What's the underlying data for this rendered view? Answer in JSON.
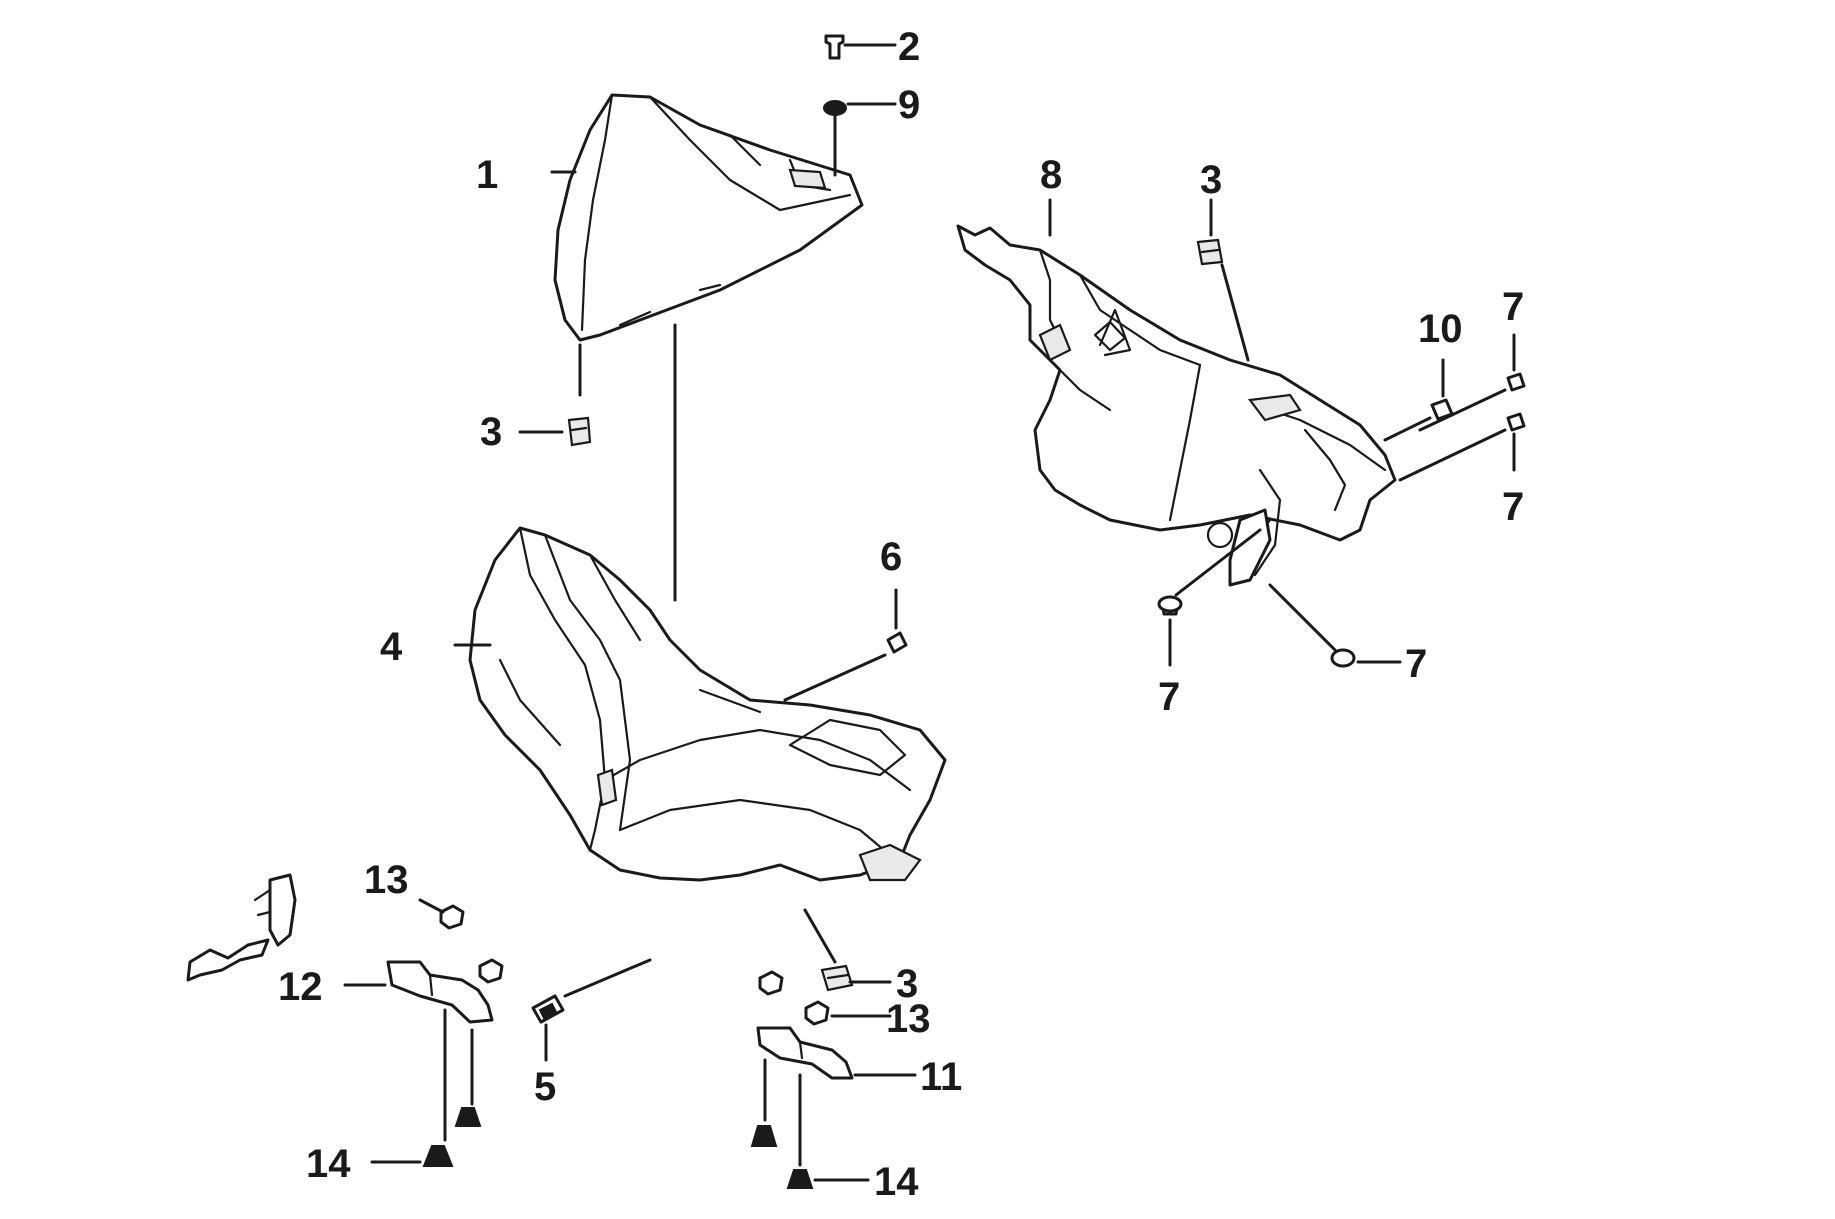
{
  "diagram": {
    "callouts": [
      {
        "id": "c1",
        "label": "1"
      },
      {
        "id": "c2",
        "label": "2"
      },
      {
        "id": "c9",
        "label": "9"
      },
      {
        "id": "c3a",
        "label": "3"
      },
      {
        "id": "c4",
        "label": "4"
      },
      {
        "id": "c6",
        "label": "6"
      },
      {
        "id": "c8",
        "label": "8"
      },
      {
        "id": "c3b",
        "label": "3"
      },
      {
        "id": "c10",
        "label": "10"
      },
      {
        "id": "c7a",
        "label": "7"
      },
      {
        "id": "c7b",
        "label": "7"
      },
      {
        "id": "c7c",
        "label": "7"
      },
      {
        "id": "c7d",
        "label": "7"
      },
      {
        "id": "c13a",
        "label": "13"
      },
      {
        "id": "c12",
        "label": "12"
      },
      {
        "id": "c5",
        "label": "5"
      },
      {
        "id": "c3c",
        "label": "3"
      },
      {
        "id": "c13b",
        "label": "13"
      },
      {
        "id": "c11",
        "label": "11"
      },
      {
        "id": "c14a",
        "label": "14"
      },
      {
        "id": "c14b",
        "label": "14"
      }
    ],
    "colors": {
      "ink": "#1a1a1a",
      "paper": "#ffffff"
    }
  }
}
